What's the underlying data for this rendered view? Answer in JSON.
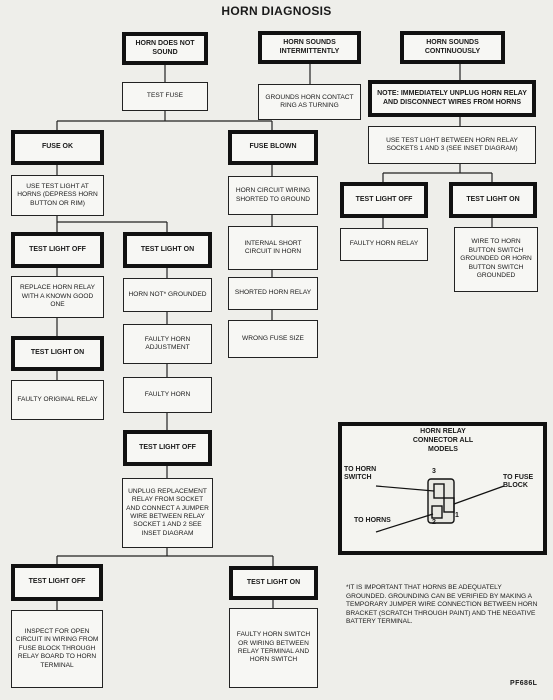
{
  "title": "HORN DIAGNOSIS",
  "col1": {
    "start": "HORN DOES NOT SOUND",
    "test_fuse": "TEST FUSE",
    "fuse_ok": "FUSE OK",
    "test_light_horns": "USE TEST LIGHT AT HORNS (DEPRESS HORN BUTTON OR RIM)",
    "left_off": "TEST LIGHT OFF",
    "replace_relay": "REPLACE HORN RELAY WITH A KNOWN GOOD ONE",
    "left_on": "TEST LIGHT ON",
    "faulty_relay": "FAULTY ORIGINAL RELAY",
    "right_on": "TEST LIGHT ON",
    "not_grounded": "HORN NOT* GROUNDED",
    "faulty_adjustment": "FAULTY HORN ADJUSTMENT",
    "faulty_horn": "FAULTY HORN",
    "mid_off": "TEST LIGHT OFF",
    "unplug_relay": "UNPLUG REPLACEMENT RELAY FROM SOCKET AND CONNECT A JUMPER WIRE BETWEEN RELAY SOCKET 1 AND 2 SEE INSET DIAGRAM",
    "bottom_off": "TEST LIGHT OFF",
    "open_circuit": "INSPECT FOR OPEN CIRCUIT IN WIRING FROM FUSE BLOCK THROUGH RELAY BOARD TO HORN TERMINAL",
    "bottom_on": "TEST LIGHT ON",
    "faulty_switch": "FAULTY HORN SWITCH OR WIRING BETWEEN RELAY TERMINAL AND HORN SWITCH"
  },
  "col2": {
    "start": "HORN SOUNDS INTERMITTENTLY",
    "grounds": "GROUNDS HORN CONTACT RING AS TURNING",
    "fuse_blown": "FUSE BLOWN",
    "shorted_ground": "HORN CIRCUIT WIRING SHORTED TO GROUND",
    "internal_short": "INTERNAL SHORT CIRCUIT IN HORN",
    "shorted_relay": "SHORTED HORN RELAY",
    "wrong_fuse": "WRONG FUSE SIZE"
  },
  "col3": {
    "start": "HORN SOUNDS CONTINUOUSLY",
    "note": "NOTE: IMMEDIATELY UNPLUG HORN RELAY AND DISCONNECT WIRES FROM HORNS",
    "use_test_light": "USE TEST LIGHT BETWEEN HORN RELAY SOCKETS 1 AND 3 (SEE INSET DIAGRAM)",
    "off": "TEST LIGHT OFF",
    "faulty_relay": "FAULTY HORN RELAY",
    "on": "TEST LIGHT ON",
    "wire_grounded": "WIRE TO HORN BUTTON SWITCH GROUNDED OR HORN BUTTON SWITCH GROUNDED"
  },
  "inset": {
    "title": "HORN RELAY CONNECTOR ALL MODELS",
    "to_horn_switch": "TO HORN SWITCH",
    "to_fuse_block": "TO FUSE BLOCK",
    "to_horns": "TO HORNS",
    "pin_1": "1",
    "pin_2": "2",
    "pin_3": "3"
  },
  "footnote": "*IT IS IMPORTANT THAT HORNS BE ADEQUATELY GROUNDED. GROUNDING CAN BE VERIFIED BY MAKING A TEMPORARY JUMPER WIRE CONNECTION BETWEEN HORN BRACKET (SCRATCH THROUGH PAINT) AND THE NEGATIVE BATTERY TERMINAL.",
  "figure_code": "PF686L"
}
